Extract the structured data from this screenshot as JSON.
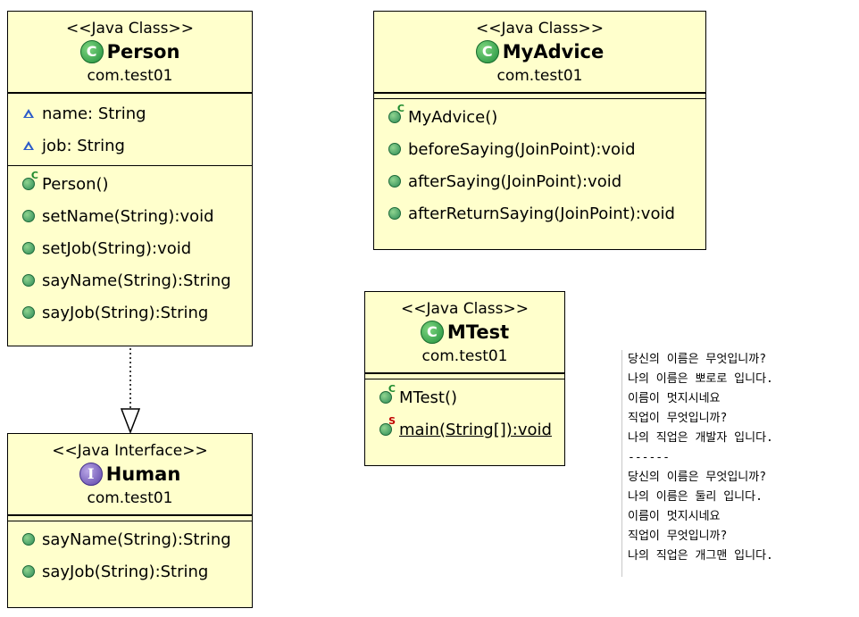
{
  "classes": {
    "person": {
      "stereotype": "<<Java Class>>",
      "name": "Person",
      "package": "com.test01",
      "fields": [
        "name: String",
        "job: String"
      ],
      "methods": [
        "Person()",
        "setName(String):void",
        "setJob(String):void",
        "sayName(String):String",
        "sayJob(String):String"
      ]
    },
    "myadvice": {
      "stereotype": "<<Java Class>>",
      "name": "MyAdvice",
      "package": "com.test01",
      "methods": [
        "MyAdvice()",
        "beforeSaying(JoinPoint):void",
        "afterSaying(JoinPoint):void",
        "afterReturnSaying(JoinPoint):void"
      ]
    },
    "mtest": {
      "stereotype": "<<Java Class>>",
      "name": "MTest",
      "package": "com.test01",
      "methods": [
        "MTest()",
        "main(String[]):void"
      ]
    },
    "human": {
      "stereotype": "<<Java Interface>>",
      "name": "Human",
      "package": "com.test01",
      "methods": [
        "sayName(String):String",
        "sayJob(String):String"
      ]
    }
  },
  "icons": {
    "class_badge": "class-c-icon",
    "interface_badge": "interface-i-icon",
    "field": "package-field-triangle-icon",
    "method": "public-method-dot-icon",
    "constructor_mark": "C",
    "static_mark": "S"
  },
  "console": {
    "lines": [
      "당신의 이름은 무엇입니까?",
      "나의 이름은 뽀로로 입니다.",
      "이름이 멋지시네요",
      "직업이 무엇입니까?",
      "나의 직업은 개발자 입니다.",
      "------",
      "당신의 이름은 무엇입니까?",
      "나의 이름은 둘리 입니다.",
      "이름이 멋지시네요",
      "직업이 무엇입니까?",
      "나의 직업은 개그맨 입니다."
    ]
  },
  "colors": {
    "box_fill": "#ffffcc",
    "class_icon": "#1f8f3c",
    "interface_icon": "#5b43a8",
    "field_icon": "#2b5bc9"
  }
}
